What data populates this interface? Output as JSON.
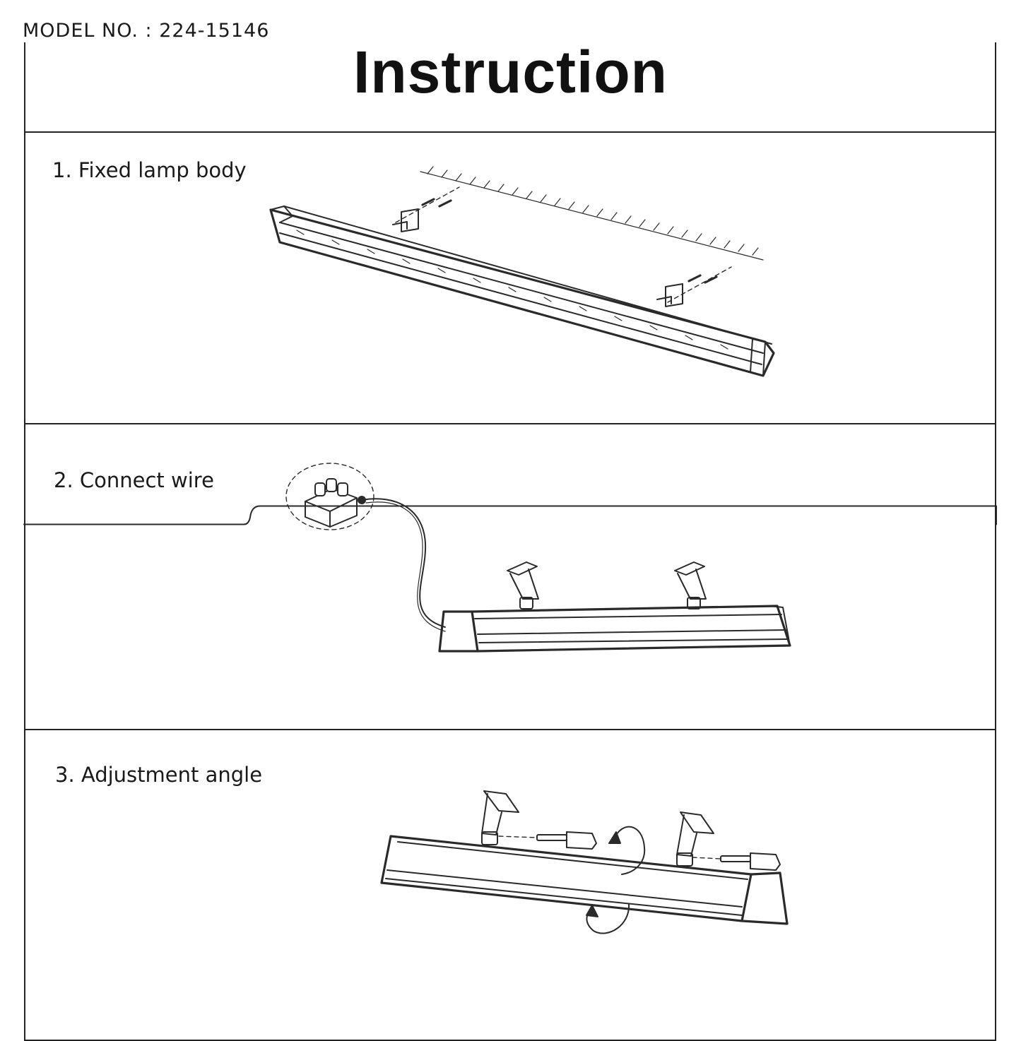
{
  "header": {
    "model_label": "MODEL NO. : 224-15146",
    "title": "Instruction"
  },
  "steps": [
    {
      "label": "1. Fixed lamp body",
      "illustration_icon": "wall-mount-lamp-illustration"
    },
    {
      "label": "2. Connect wire",
      "illustration_icon": "wire-connection-illustration"
    },
    {
      "label": "3. Adjustment angle",
      "illustration_icon": "angle-adjustment-illustration"
    }
  ]
}
